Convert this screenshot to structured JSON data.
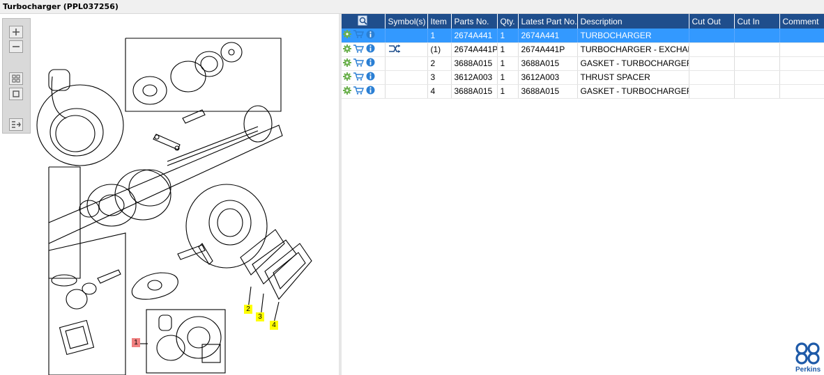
{
  "window": {
    "title": "Turbocharger (PPL037256)"
  },
  "toolbox": {
    "buttons": [
      {
        "name": "zoom-in-icon"
      },
      {
        "name": "zoom-out-icon"
      },
      {
        "name": "fit-all-icon"
      },
      {
        "name": "fit-page-icon"
      },
      {
        "name": "sync-list-icon"
      }
    ]
  },
  "diagram": {
    "callouts": [
      {
        "label": "1",
        "color": "#f08080"
      },
      {
        "label": "2",
        "color": "#ffff00"
      },
      {
        "label": "3",
        "color": "#ffff00"
      },
      {
        "label": "4",
        "color": "#ffff00"
      }
    ]
  },
  "grid": {
    "columns": [
      "",
      "Symbol(s)",
      "Item",
      "Parts No.",
      "Qty.",
      "Latest Part No.",
      "Description",
      "Cut Out",
      "Cut In",
      "Comment"
    ],
    "rows": [
      {
        "item": "1",
        "parts_no": "2674A441",
        "qty": "1",
        "latest": "2674A441",
        "description": "TURBOCHARGER",
        "cut_out": "",
        "cut_in": "",
        "comment": "",
        "symbol": "",
        "selected": true
      },
      {
        "item": "(1)",
        "parts_no": "2674A441P",
        "qty": "1",
        "latest": "2674A441P",
        "description": "TURBOCHARGER - EXCHANGE",
        "cut_out": "",
        "cut_in": "",
        "comment": "",
        "symbol": "exchange-icon",
        "selected": false
      },
      {
        "item": "2",
        "parts_no": "3688A015",
        "qty": "1",
        "latest": "3688A015",
        "description": "GASKET - TURBOCHARGER",
        "cut_out": "",
        "cut_in": "",
        "comment": "",
        "symbol": "",
        "selected": false
      },
      {
        "item": "3",
        "parts_no": "3612A003",
        "qty": "1",
        "latest": "3612A003",
        "description": "THRUST SPACER",
        "cut_out": "",
        "cut_in": "",
        "comment": "",
        "symbol": "",
        "selected": false
      },
      {
        "item": "4",
        "parts_no": "3688A015",
        "qty": "1",
        "latest": "3688A015",
        "description": "GASKET - TURBOCHARGER",
        "cut_out": "",
        "cut_in": "",
        "comment": "",
        "symbol": "",
        "selected": false
      }
    ]
  },
  "brand": {
    "name": "Perkins",
    "color": "#1e5aa8"
  },
  "colors": {
    "header": "#1f4e8c",
    "selected_row": "#3399ff",
    "gear": "#6ab04c",
    "info": "#2a7fd4"
  }
}
